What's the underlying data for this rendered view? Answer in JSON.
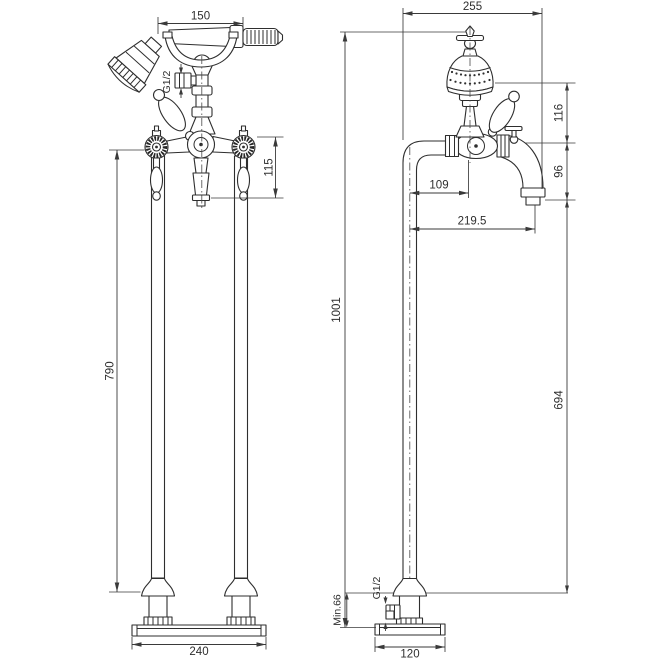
{
  "drawing": {
    "background": "#ffffff",
    "line_color": "#2e2e2e",
    "description_labels": {
      "front_view": "front-view-of-freestanding-bath-shower-mixer",
      "side_view": "side-view-of-freestanding-bath-shower-mixer"
    },
    "views": {
      "front": {
        "handset_width": "150",
        "hose_thread": "G1/2",
        "valve_to_spout": "115",
        "riser_height": "790",
        "base_width": "240"
      },
      "side": {
        "overall_depth": "255",
        "head_height": "116",
        "outlet_drop": "96",
        "column_offset": "109",
        "spout_reach": "219.5",
        "overall_height": "1001",
        "outlet_to_flange": "694",
        "min_clearance": "Min.66",
        "inlet_thread": "G1/2",
        "base_width": "120"
      }
    }
  }
}
